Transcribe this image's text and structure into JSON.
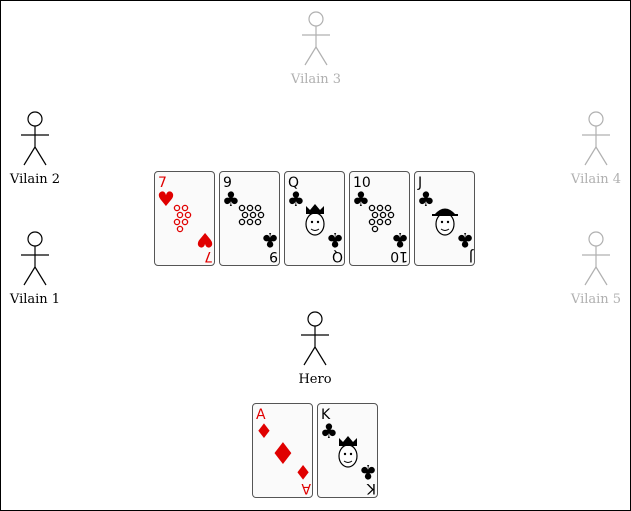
{
  "players": [
    {
      "id": "vilain3",
      "name": "Vilain 3",
      "active": false
    },
    {
      "id": "vilain2",
      "name": "Vilain 2",
      "active": true
    },
    {
      "id": "vilain1",
      "name": "Vilain 1",
      "active": true
    },
    {
      "id": "vilain4",
      "name": "Vilain 4",
      "active": false
    },
    {
      "id": "vilain5",
      "name": "Vilain 5",
      "active": false
    },
    {
      "id": "hero",
      "name": "Hero",
      "active": true
    }
  ],
  "board_cards": [
    {
      "rank": "7",
      "suit": "hearts"
    },
    {
      "rank": "9",
      "suit": "clubs"
    },
    {
      "rank": "Q",
      "suit": "clubs"
    },
    {
      "rank": "10",
      "suit": "clubs"
    },
    {
      "rank": "J",
      "suit": "clubs"
    }
  ],
  "hero_cards": [
    {
      "rank": "A",
      "suit": "diamonds"
    },
    {
      "rank": "K",
      "suit": "clubs"
    }
  ],
  "colors": {
    "red_suit": "#e00000",
    "black_suit": "#000000",
    "inactive": "#b0b0b0"
  }
}
